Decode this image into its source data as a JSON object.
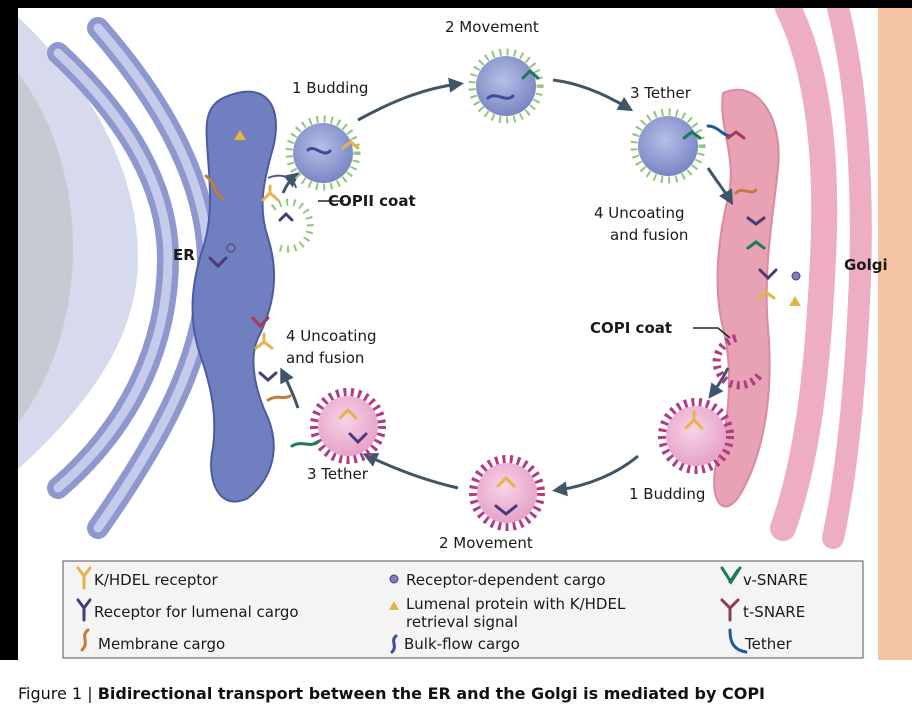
{
  "diagram": {
    "labels": {
      "er": "ER",
      "golgi": "Golgi",
      "copii_coat": "COPII coat",
      "copi_coat": "COPI coat",
      "top_budding": "1 Budding",
      "top_movement": "2 Movement",
      "top_tether": "3 Tether",
      "top_uncoating_1": "4 Uncoating",
      "top_uncoating_2": "and fusion",
      "bottom_budding": "1 Budding",
      "bottom_movement": "2 Movement",
      "bottom_tether": "3 Tether",
      "bottom_uncoating_1": "4 Uncoating",
      "bottom_uncoating_2": "and fusion"
    },
    "colors": {
      "er": "#6f7fc0",
      "golgi": "#e9a2b4",
      "copii": "#8ec77a",
      "copi": "#b23a86",
      "arrow": "#3f5569"
    }
  },
  "legend": {
    "kdel_receptor": "K/HDEL receptor",
    "lumenal_receptor": "Receptor for lumenal cargo",
    "membrane_cargo": "Membrane cargo",
    "receptor_dependent_cargo": "Receptor-dependent cargo",
    "lumenal_protein_1": "Lumenal protein with K/HDEL",
    "lumenal_protein_2": "retrieval signal",
    "bulk_flow_cargo": "Bulk-flow cargo",
    "v_snare": "v-SNARE",
    "t_snare": "t-SNARE",
    "tether": "Tether"
  },
  "caption": {
    "prefix": "Figure 1 | ",
    "title": "Bidirectional transport between the ER and the Golgi is mediated by COPI"
  }
}
